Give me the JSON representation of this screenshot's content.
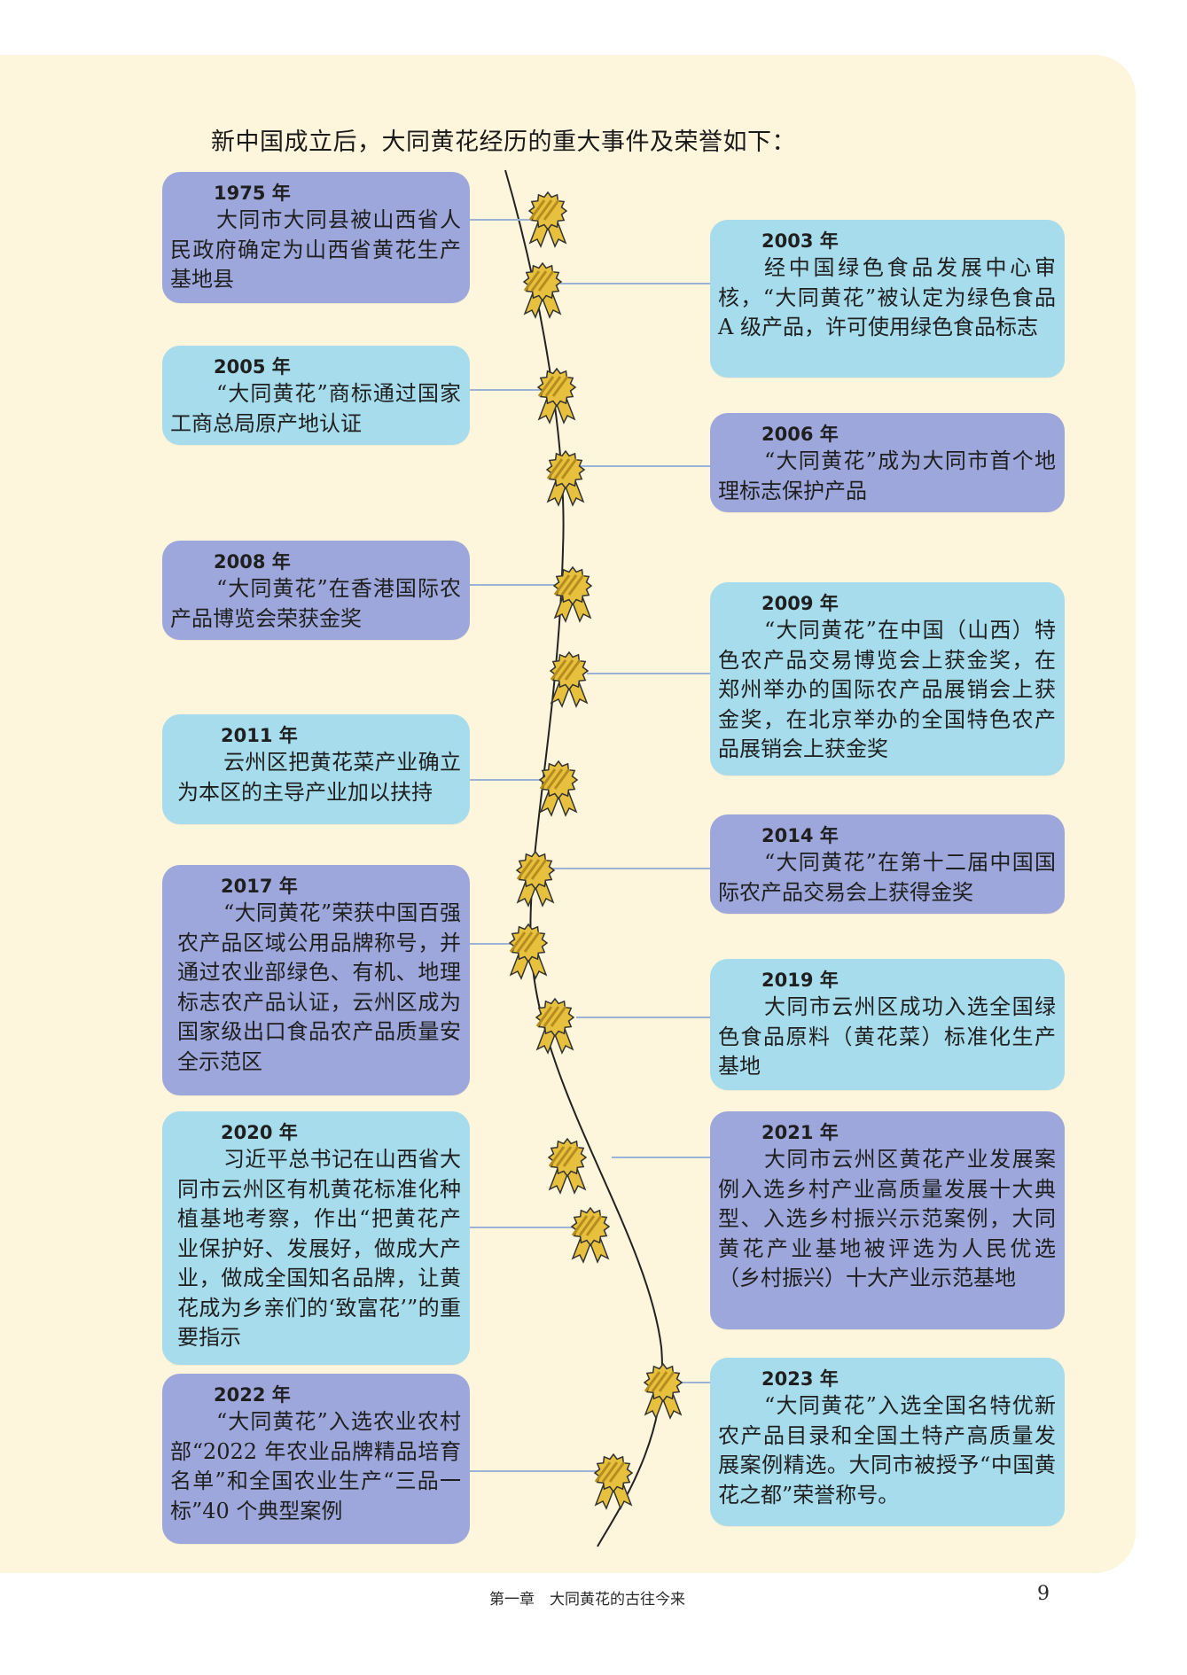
{
  "intro_text": "新中国成立后，大同黄花经历的重大事件及荣誉如下：",
  "colors": {
    "panel_bg": "#fdf6dc",
    "card_purple": "#9ea7dc",
    "card_blue": "#a6dcec",
    "medal_gold": "#e7c13d",
    "medal_stripe": "#b58d1e"
  },
  "events": [
    {
      "year": "1975 年",
      "text": "大同市大同县被山西省人民政府确定为山西省黄花生产基地县",
      "side": "left",
      "color": "purple"
    },
    {
      "year": "2003 年",
      "text": "经中国绿色食品发展中心审核，“大同黄花”被认定为绿色食品 A 级产品，许可使用绿色食品标志",
      "side": "right",
      "color": "blue"
    },
    {
      "year": "2005 年",
      "text": "“大同黄花”商标通过国家工商总局原产地认证",
      "side": "left",
      "color": "blue"
    },
    {
      "year": "2006 年",
      "text": "“大同黄花”成为大同市首个地理标志保护产品",
      "side": "right",
      "color": "purple"
    },
    {
      "year": "2008 年",
      "text": "“大同黄花”在香港国际农产品博览会荣获金奖",
      "side": "left",
      "color": "purple"
    },
    {
      "year": "2009 年",
      "text": "“大同黄花”在中国（山西）特色农产品交易博览会上获金奖，在郑州举办的国际农产品展销会上获金奖，在北京举办的全国特色农产品展销会上获金奖",
      "side": "right",
      "color": "blue"
    },
    {
      "year": "2011 年",
      "text": "云州区把黄花菜产业确立为本区的主导产业加以扶持",
      "side": "left",
      "color": "blue"
    },
    {
      "year": "2014 年",
      "text": "“大同黄花”在第十二届中国国际农产品交易会上获得金奖",
      "side": "right",
      "color": "purple"
    },
    {
      "year": "2017 年",
      "text": "“大同黄花”荣获中国百强农产品区域公用品牌称号，并通过农业部绿色、有机、地理标志农产品认证，云州区成为国家级出口食品农产品质量安全示范区",
      "side": "left",
      "color": "purple"
    },
    {
      "year": "2019 年",
      "text": "大同市云州区成功入选全国绿色食品原料（黄花菜）标准化生产基地",
      "side": "right",
      "color": "blue"
    },
    {
      "year": "2020 年",
      "text": "习近平总书记在山西省大同市云州区有机黄花标准化种植基地考察，作出“把黄花产业保护好、发展好，做成大产业，做成全国知名品牌，让黄花成为乡亲们的‘致富花’”的重要指示",
      "side": "left",
      "color": "blue"
    },
    {
      "year": "2021 年",
      "text": "大同市云州区黄花产业发展案例入选乡村产业高质量发展十大典型、入选乡村振兴示范案例，大同黄花产业基地被评选为人民优选（乡村振兴）十大产业示范基地",
      "side": "right",
      "color": "purple"
    },
    {
      "year": "2022 年",
      "text": "“大同黄花”入选农业农村部“2022 年农业品牌精品培育名单”和全国农业生产“三品一标”40 个典型案例",
      "side": "left",
      "color": "purple"
    },
    {
      "year": "2023 年",
      "text": "“大同黄花”入选全国名特优新农产品目录和全国土特产高质量发展案例精选。大同市被授予“中国黄花之都”荣誉称号。",
      "side": "right",
      "color": "blue"
    }
  ],
  "footer": {
    "chapter": "第一章　大同黄花的古往今来",
    "page": "9"
  }
}
